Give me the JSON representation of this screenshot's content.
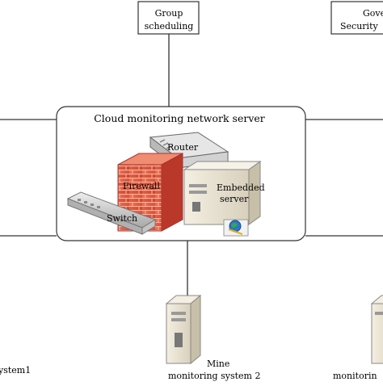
{
  "top_nodes": {
    "group_scheduling": [
      "Group",
      "scheduling"
    ],
    "government_security": [
      "Gove",
      "Security"
    ]
  },
  "server": {
    "title": "Cloud monitoring network server",
    "router_label": "Router",
    "firewall_label": "Firewall",
    "embedded_label": [
      "Embedded",
      "server"
    ],
    "switch_label": "Switch"
  },
  "bottom_nodes": {
    "left_partial": "ystem1",
    "mine2": [
      "Mine",
      "monitoring system 2"
    ],
    "right_partial": "monitorin"
  },
  "colors": {
    "line": "#333333",
    "firewall": "#e8563a",
    "device_gray": "#cfcfcf",
    "server_beige": "#ece6d6"
  }
}
